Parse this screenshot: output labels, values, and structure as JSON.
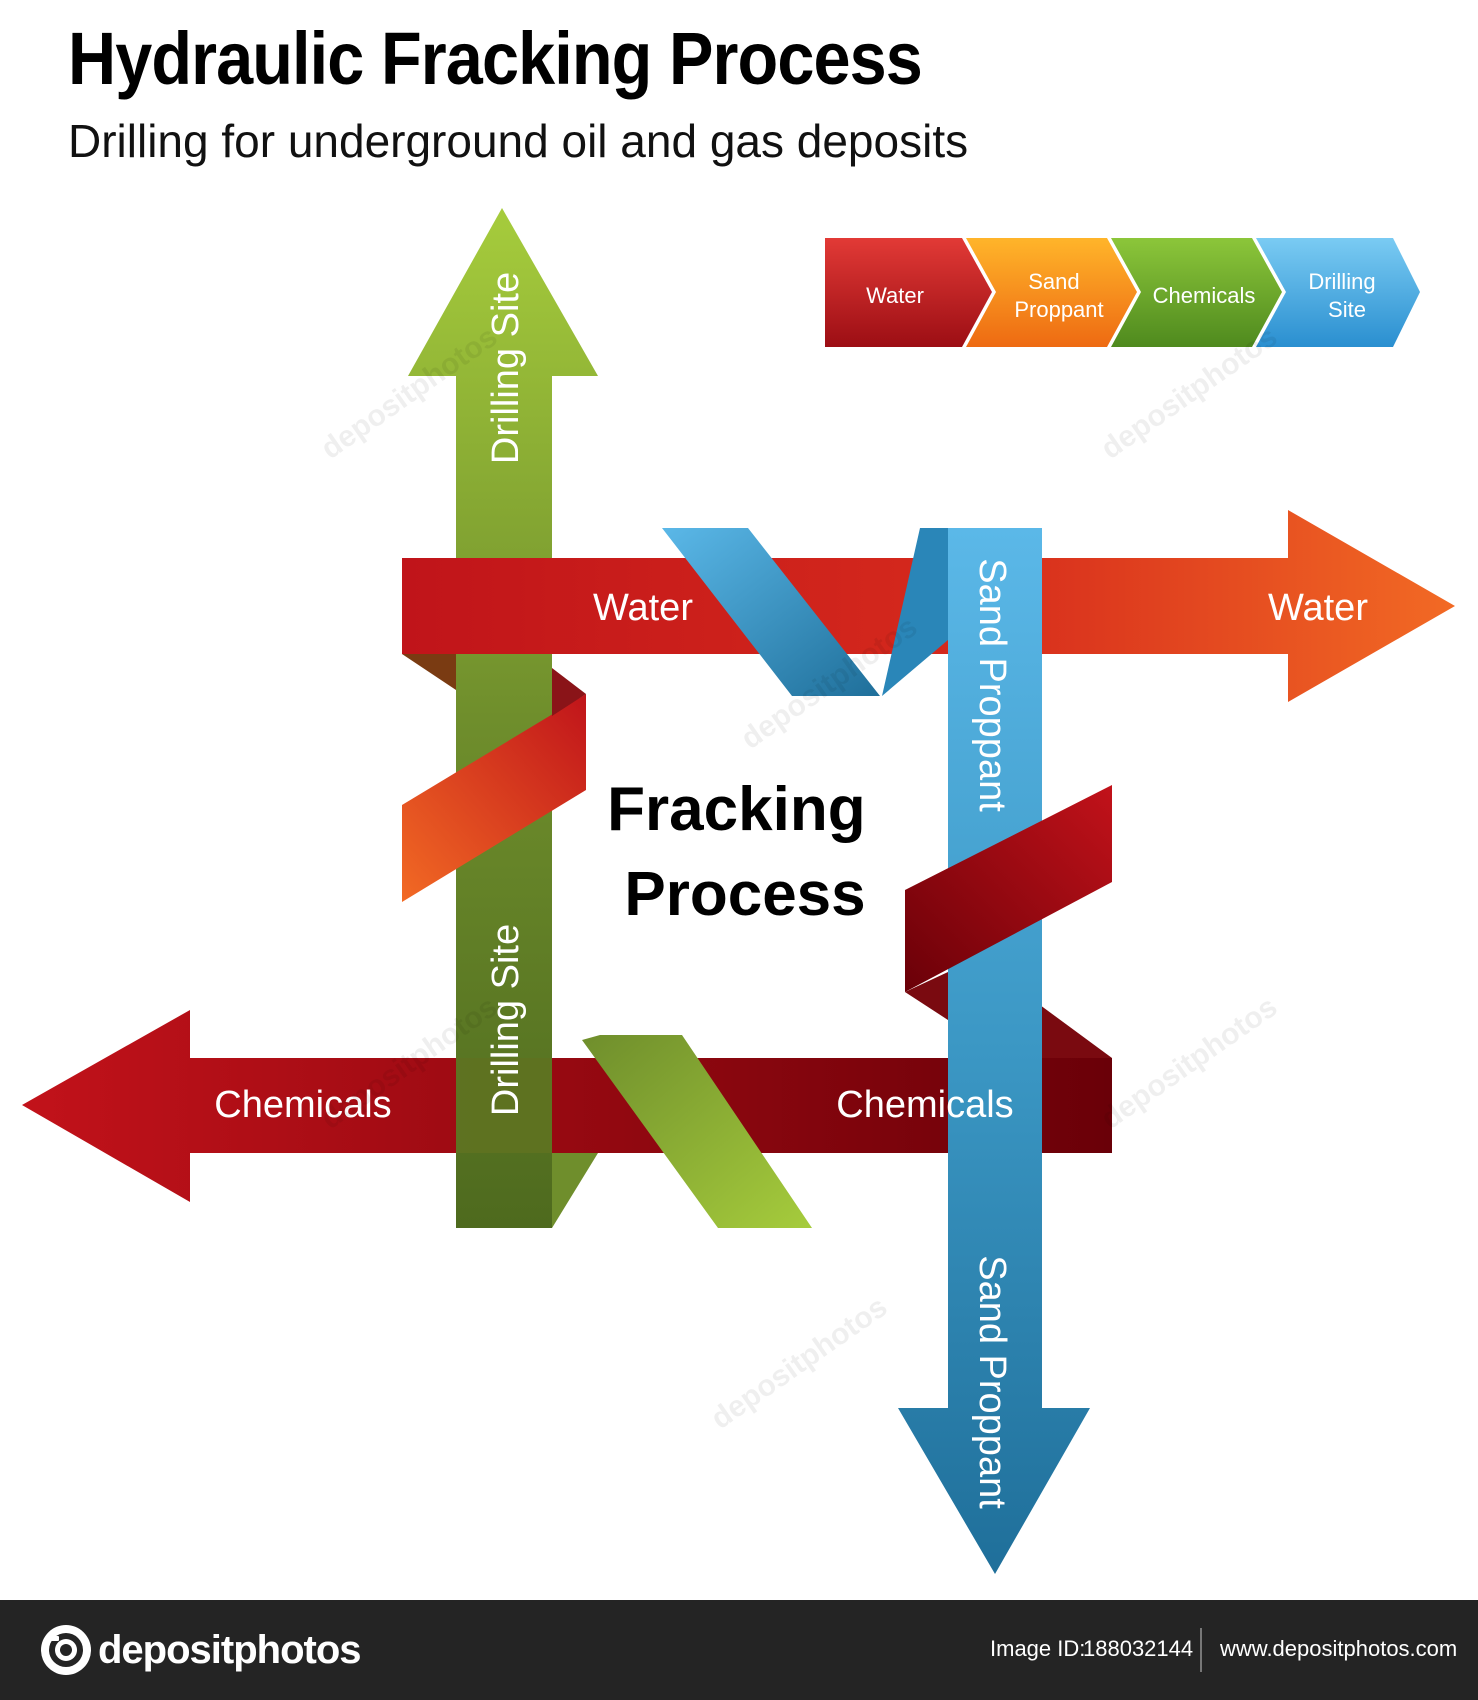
{
  "header": {
    "title": "Hydraulic Fracking Process",
    "subtitle": "Drilling for underground oil and gas deposits"
  },
  "legend": [
    {
      "label_lines": [
        "Water"
      ],
      "color": "#c0141a"
    },
    {
      "label_lines": [
        "Sand",
        "Proppant"
      ],
      "color": "#f39a12"
    },
    {
      "label_lines": [
        "Chemicals"
      ],
      "color": "#6aa12a"
    },
    {
      "label_lines": [
        "Drilling",
        "Site"
      ],
      "color": "#3aa3dd"
    }
  ],
  "diagram": {
    "center_lines": [
      "Fracking",
      "Process"
    ],
    "water_label_left": "Water",
    "water_label_right": "Water",
    "drilling_label_top": "Drilling Site",
    "drilling_label_bottom": "Drilling Site",
    "sand_label_top": "Sand Proppant",
    "sand_label_bottom": "Sand Proppant",
    "chemicals_label_left": "Chemicals",
    "chemicals_label_right": "Chemicals"
  },
  "watermark": {
    "text": "depositphotos"
  },
  "footer": {
    "brand": "depositphotos",
    "image_id_label": "Image ID:",
    "image_id_value": "188032144",
    "site": "www.depositphotos.com"
  },
  "colors": {
    "water_dark": "#c0141a",
    "water_light": "#f26a24",
    "drilling_dark": "#4e6a1e",
    "drilling_light": "#9cc43c",
    "sand_light": "#5bb8e8",
    "sand_dark": "#1f6f9a",
    "chemicals_dark": "#6a0008",
    "chemicals_light": "#c2121a",
    "footer_bg": "#242424"
  }
}
